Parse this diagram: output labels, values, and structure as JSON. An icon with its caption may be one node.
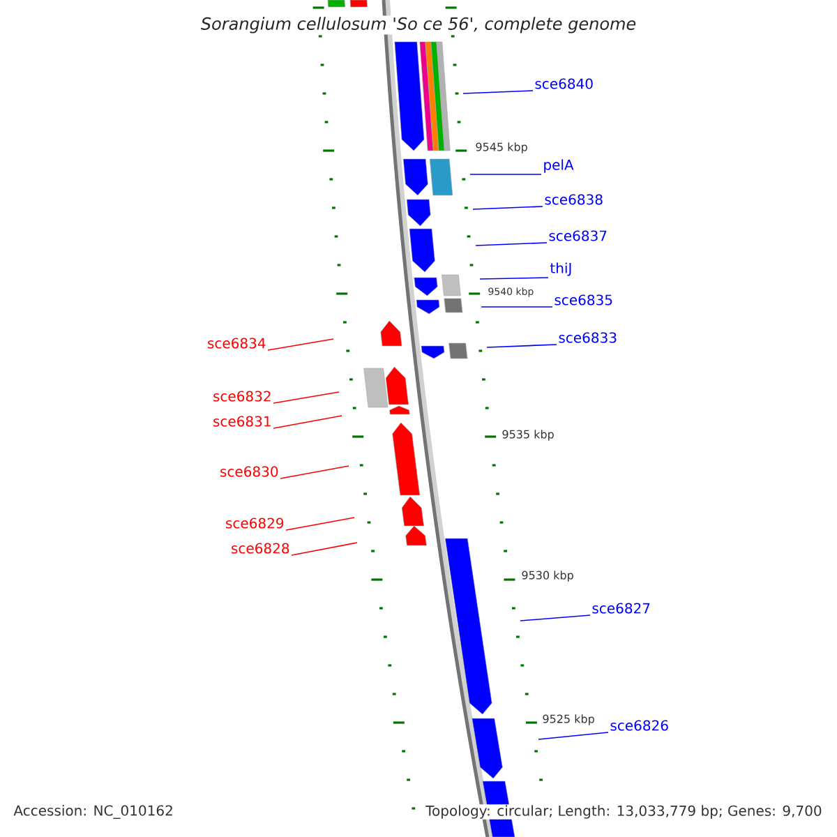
{
  "diagram": {
    "title": "Sorangium cellulosum 'So ce 56', complete genome",
    "nodes": [
      {
        "text": [
          "sce6840"
        ]
      },
      {
        "text": [
          "pelA"
        ]
      },
      {
        "text": [
          "sce6838"
        ]
      },
      {
        "text": [
          "sce6837"
        ]
      },
      {
        "text": [
          "thiJ"
        ]
      },
      {
        "text": [
          "sce6835"
        ]
      },
      {
        "text": [
          "sce6834"
        ]
      },
      {
        "text": [
          "sce6833"
        ]
      },
      {
        "text": [
          "sce6832"
        ]
      },
      {
        "text": [
          "sce6831"
        ]
      },
      {
        "text": [
          "sce6830"
        ]
      },
      {
        "text": [
          "sce6829"
        ]
      },
      {
        "text": [
          "sce6828"
        ]
      },
      {
        "text": [
          "sce6827"
        ]
      },
      {
        "text": [
          "sce6826"
        ]
      }
    ],
    "edges": [
      {
        "from": 0,
        "to": null,
        "arrow": "none"
      },
      {
        "from": 1,
        "to": null,
        "arrow": "none"
      },
      {
        "from": 2,
        "to": null,
        "arrow": "none"
      },
      {
        "from": 3,
        "to": null,
        "arrow": "none"
      },
      {
        "from": 4,
        "to": null,
        "arrow": "none"
      },
      {
        "from": 5,
        "to": null,
        "arrow": "none"
      },
      {
        "from": 6,
        "to": null,
        "arrow": "none",
        "color": "#ff0000"
      },
      {
        "from": 7,
        "to": null,
        "arrow": "none"
      },
      {
        "from": 8,
        "to": null,
        "arrow": "none",
        "color": "#ff0000"
      },
      {
        "from": 9,
        "to": null,
        "arrow": "none",
        "color": "#ff0000"
      },
      {
        "from": 10,
        "to": null,
        "arrow": "none",
        "color": "#ff0000"
      },
      {
        "from": 11,
        "to": null,
        "arrow": "none",
        "color": "#ff0000"
      },
      {
        "from": 12,
        "to": null,
        "arrow": "none",
        "color": "#ff0000"
      },
      {
        "from": 13,
        "to": null,
        "arrow": "none"
      },
      {
        "from": 14,
        "to": null,
        "arrow": "none"
      }
    ],
    "labels": [
      "9545 kbp",
      "9540 kbp",
      "9535 kbp",
      "9530 kbp",
      "9525 kbp",
      "Accession: NC_010162",
      "Topology: circular; Length: 13,033,779 bp; Genes: 9,700"
    ]
  }
}
